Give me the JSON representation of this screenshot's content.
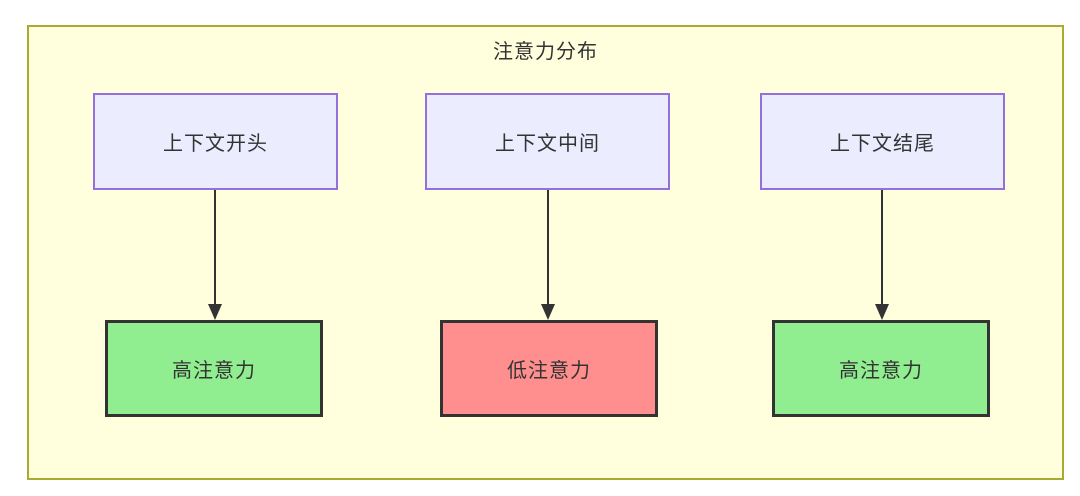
{
  "diagram": {
    "title": "注意力分布",
    "nodes": {
      "sources": [
        {
          "label": "上下文开头"
        },
        {
          "label": "上下文中间"
        },
        {
          "label": "上下文结尾"
        }
      ],
      "results": [
        {
          "label": "高注意力",
          "level": "high"
        },
        {
          "label": "低注意力",
          "level": "low"
        },
        {
          "label": "高注意力",
          "level": "high"
        }
      ]
    },
    "edges": [
      {
        "from": "上下文开头",
        "to": "高注意力"
      },
      {
        "from": "上下文中间",
        "to": "低注意力"
      },
      {
        "from": "上下文结尾",
        "to": "高注意力"
      }
    ],
    "colors": {
      "cluster_fill": "#FFFFDE",
      "cluster_border": "#AAAA33",
      "source_fill": "#ECECFF",
      "source_border": "#9370DB",
      "high_attention_fill": "#90EE90",
      "low_attention_fill": "#FF8E8E",
      "result_border": "#333333",
      "text": "#333333",
      "arrow": "#333333"
    }
  }
}
